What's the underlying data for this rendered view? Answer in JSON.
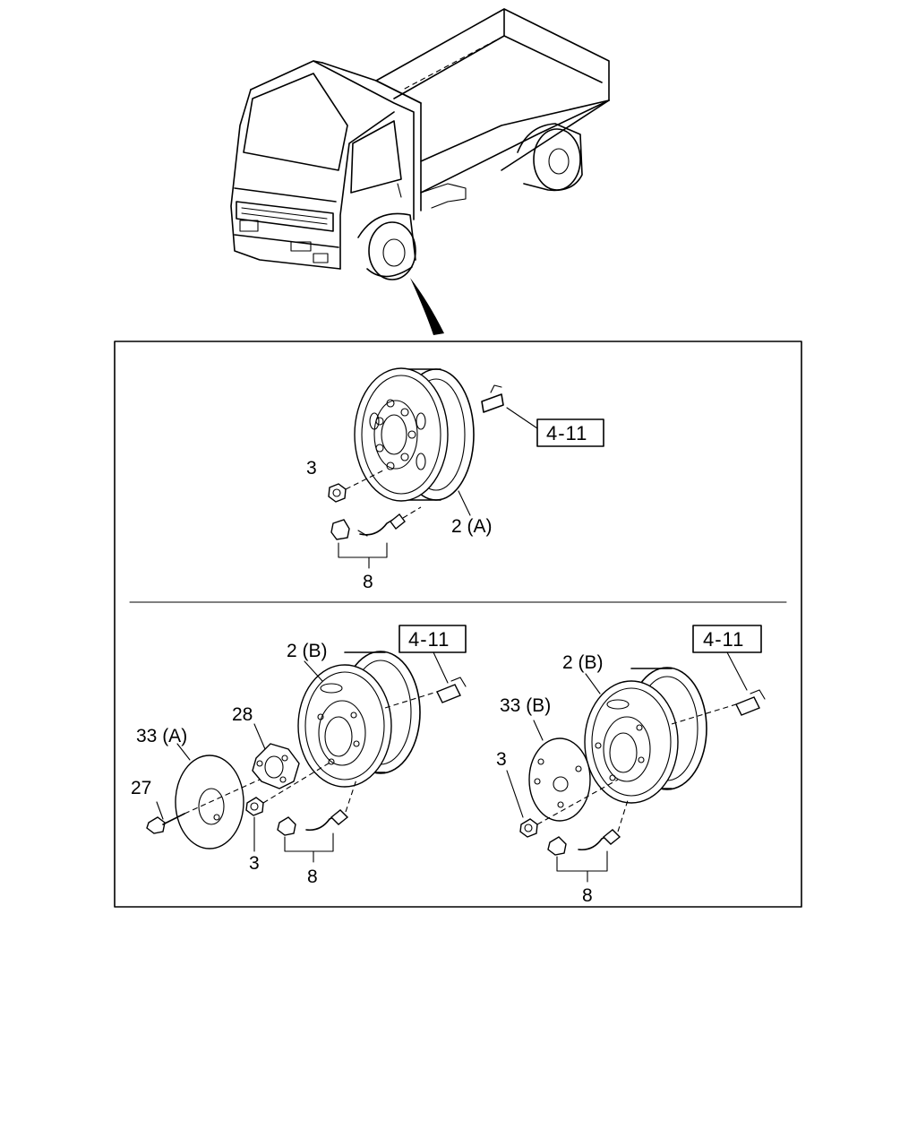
{
  "references": {
    "upper": "4-11",
    "lower_left": "4-11",
    "lower_right": "4-11"
  },
  "callouts": {
    "nut_upper": "3",
    "wheel_upper": "2 (A)",
    "valve_upper": "8",
    "wheel_lower_left": "2 (B)",
    "cap_28": "28",
    "cover_33a": "33 (A)",
    "bolt_27": "27",
    "nut_lower_left": "3",
    "valve_lower_left": "8",
    "wheel_lower_right": "2 (B)",
    "cover_33b": "33 (B)",
    "nut_lower_right": "3",
    "valve_lower_right": "8"
  }
}
